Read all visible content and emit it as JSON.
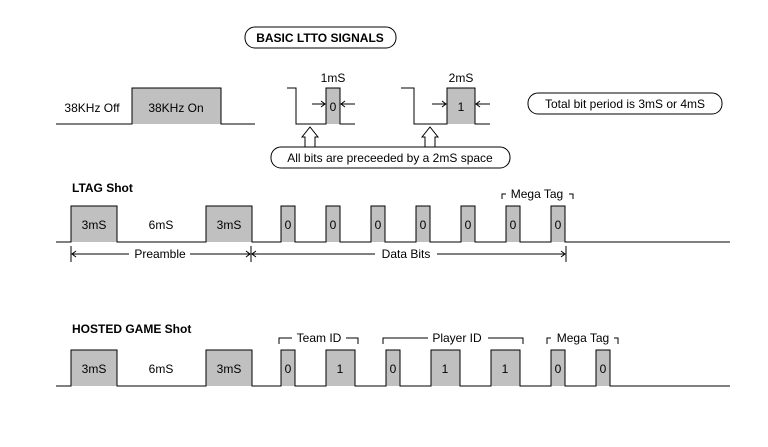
{
  "title": "BASIC LTTO SIGNALS",
  "basic": {
    "off_label": "38KHz Off",
    "on_label": "38KHz On",
    "bit0_time": "1mS",
    "bit0_value": "0",
    "bit1_time": "2mS",
    "bit1_value": "1",
    "period_note": "Total bit period is 3mS or 4mS",
    "space_note": "All bits are preceeded by a 2mS space"
  },
  "ltag": {
    "heading": "LTAG Shot",
    "pulse1": "3mS",
    "gap": "6mS",
    "pulse2": "3mS",
    "bits": [
      "0",
      "0",
      "0",
      "0",
      "0",
      "0",
      "0"
    ],
    "mega_tag": "Mega Tag",
    "preamble": "Preamble",
    "data_bits": "Data Bits"
  },
  "hosted": {
    "heading": "HOSTED GAME Shot",
    "pulse1": "3mS",
    "gap": "6mS",
    "pulse2": "3mS",
    "bits": [
      "0",
      "1",
      "0",
      "1",
      "1",
      "0",
      "0"
    ],
    "team_id": "Team ID",
    "player_id": "Player ID",
    "mega_tag": "Mega Tag"
  }
}
